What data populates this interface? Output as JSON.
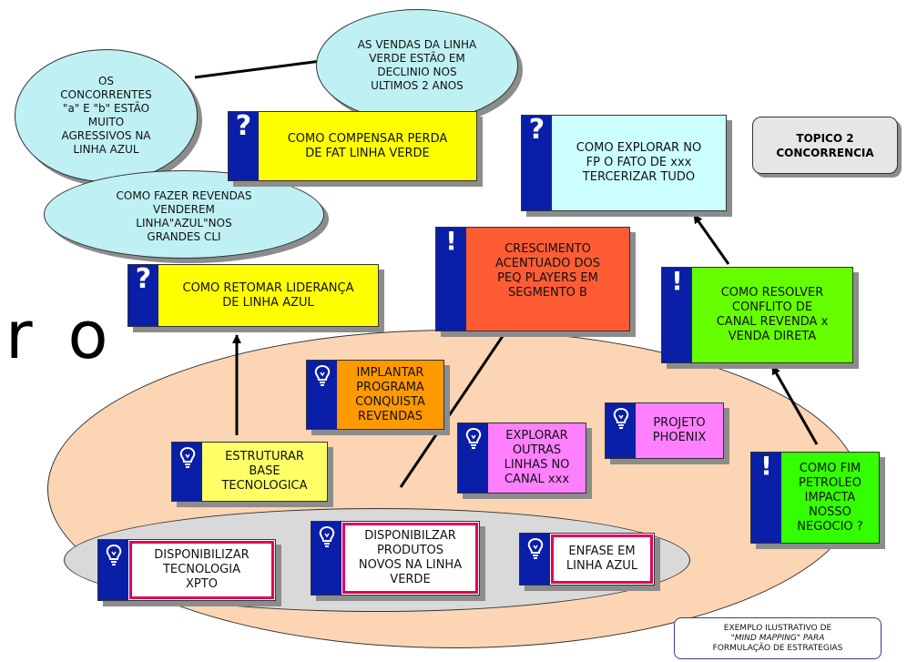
{
  "ellipses": {
    "concorrentes": "OS\nCONCORRENTES\n\"a\" E \"b\" ESTÃO\nMUITO\nAGRESSIVOS NA\nLINHA AZUL",
    "vendas": "AS VENDAS DA LINHA\nVERDE ESTÃO EM\nDECLINIO NOS\nULTIMOS 2 ANOS",
    "revendas": "COMO FAZER REVENDAS\nVENDEREM\nLINHA\"AZUL\"NOS\nGRANDES CLI"
  },
  "fragment_text": "r o",
  "questions": {
    "compensar": "COMO COMPENSAR PERDA\nDE FAT LINHA VERDE",
    "explorar_fp": "COMO EXPLORAR NO\nFP O FATO DE xxx\nTERCERIZAR TUDO",
    "retomar": "COMO RETOMAR LIDERANÇA\nDE LINHA AZUL"
  },
  "insights": {
    "crescimento": "CRESCIMENTO\nACENTUADO DOS\nPEQ PLAYERS EM\nSEGMENTO B",
    "conflito": "COMO RESOLVER\nCONFLITO DE\nCANAL REVENDA x\nVENDA DIRETA",
    "petroleo": "COMO FIM\nPETROLEO\nIMPACTA\nNOSSO\nNEGOCIO ?"
  },
  "ideas": {
    "implantar": "IMPLANTAR\nPROGRAMA\nCONQUISTA\nREVENDAS",
    "explorar_linhas": "EXPLORAR\nOUTRAS\nLINHAS NO\nCANAL xxx",
    "phoenix": "PROJETO\nPHOENIX",
    "estruturar": "ESTRUTURAR\nBASE\nTECNOLOGICA",
    "xpto": "DISPONIBILIZAR\nTECNOLOGIA\nXPTO",
    "produtos": "DISPONIBILZAR\nPRODUTOS\nNOVOS NA LINHA\nVERDE",
    "enfase": "ENFASE EM\nLINHA AZUL"
  },
  "topic_label": "TOPICO 2\nCONCORRENCIA",
  "caption": {
    "line1": "EXEMPLO ILUSTRATIVO DE",
    "line2": "\"MIND MAPPING\" PARA",
    "line3": "FORMULAÇÃO DE ESTRATEGIAS"
  },
  "icon_glyphs": {
    "question": "?",
    "exclamation": "!"
  },
  "colors": {
    "icon_blue": "#0a1fa8",
    "question_yellow": "#ffff00",
    "question_cyan": "#ccffff",
    "ellipse_cyan": "#bff0f4",
    "insight_red": "#ff5c33",
    "insight_green": "#66ff00",
    "idea_orange": "#ff9900",
    "idea_magenta": "#ff80ff",
    "base_peach": "#fcd5b4",
    "inner_gray": "#d9d9d9"
  }
}
